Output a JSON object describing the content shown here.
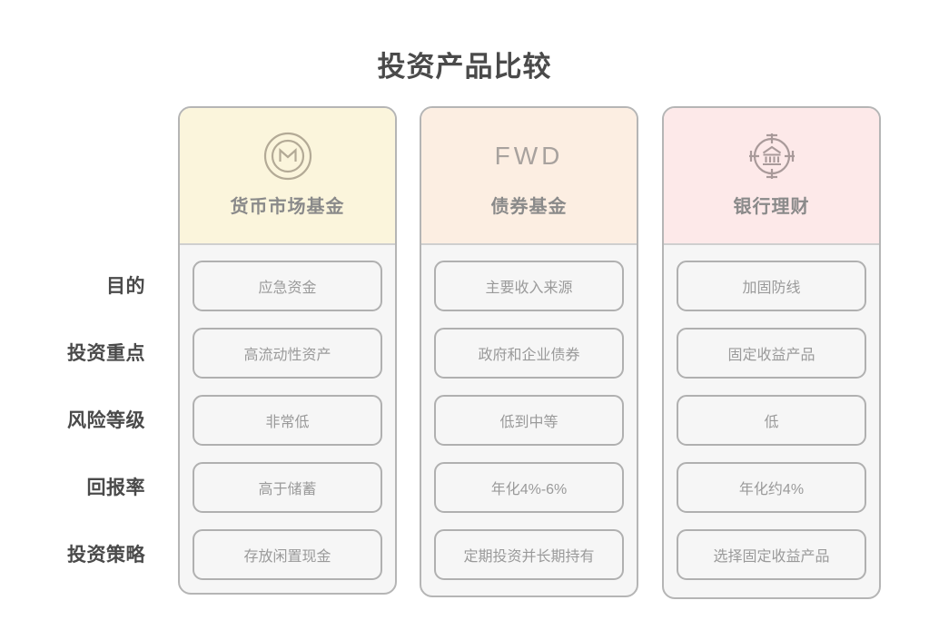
{
  "title": "投资产品比较",
  "row_labels": [
    "目的",
    "投资重点",
    "风险等级",
    "回报率",
    "投资策略"
  ],
  "colors": {
    "header_money": "#fbf5dc",
    "header_bond": "#fceee2",
    "header_bank": "#fde9e9",
    "card_body": "#f6f6f6",
    "border": "#b5b5b5",
    "title_text": "#4a4a4a",
    "cell_text": "#9a9a9a",
    "icon": "#a8a29e"
  },
  "columns": [
    {
      "icon": "coin-m-icon",
      "brand_text": "",
      "title": "货币市场基金",
      "cells": [
        "应急资金",
        "高流动性资产",
        "非常低",
        "高于储蓄",
        "存放闲置现金"
      ]
    },
    {
      "icon": "fwd-wordmark",
      "brand_text": "FWD",
      "title": "债券基金",
      "cells": [
        "主要收入来源",
        "政府和企业债券",
        "低到中等",
        "年化4%-6%",
        "定期投资并长期持有"
      ]
    },
    {
      "icon": "bank-target-icon",
      "brand_text": "",
      "title": "银行理财",
      "cells": [
        "加固防线",
        "固定收益产品",
        "低",
        "年化约4%",
        "选择固定收益产品"
      ]
    }
  ]
}
